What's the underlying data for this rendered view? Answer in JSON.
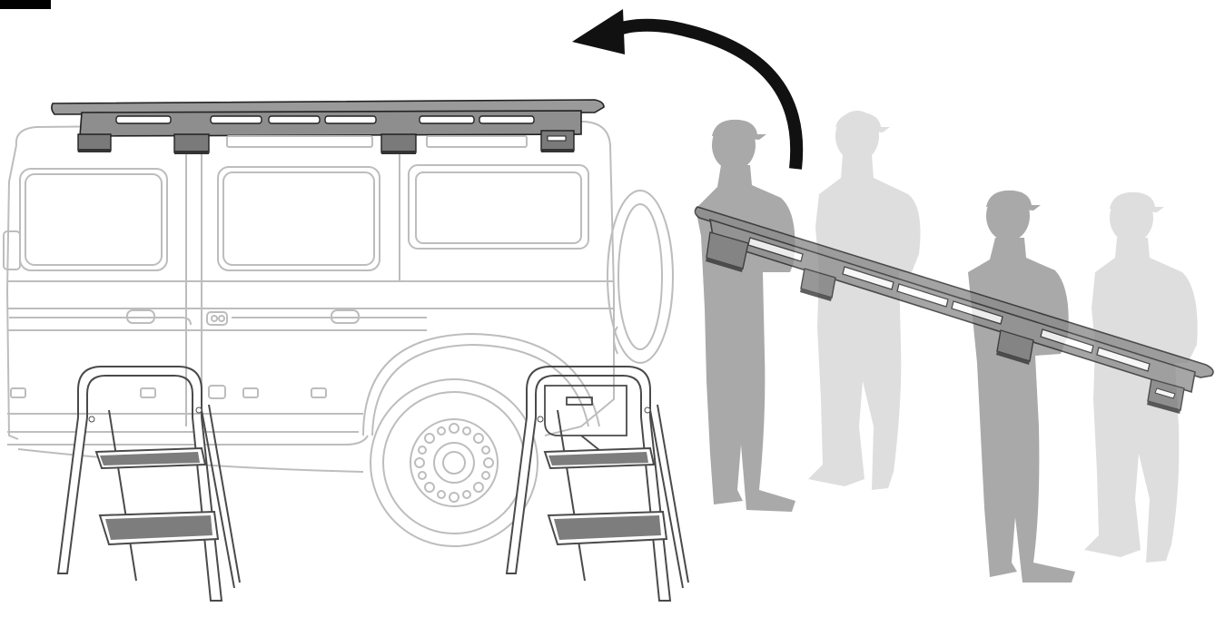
{
  "illustration": {
    "subject": "roof-rack-installation",
    "figures": [
      "vehicle",
      "roof-rack-installed",
      "roof-rack-being-lifted",
      "step-ladder-left",
      "step-ladder-right",
      "person-1",
      "person-2",
      "person-3",
      "person-4",
      "lift-arrow"
    ],
    "colors": {
      "outline": "#b8b8b8",
      "outline_dark": "#4a4a4a",
      "rack_fill": "#8e8e8e",
      "rack_dark": "#555555",
      "person_front": "#a9a9a9",
      "person_back": "#dedede",
      "tread": "#7d7d7d",
      "arrow": "#111111",
      "corner_tab": "#000000"
    }
  }
}
